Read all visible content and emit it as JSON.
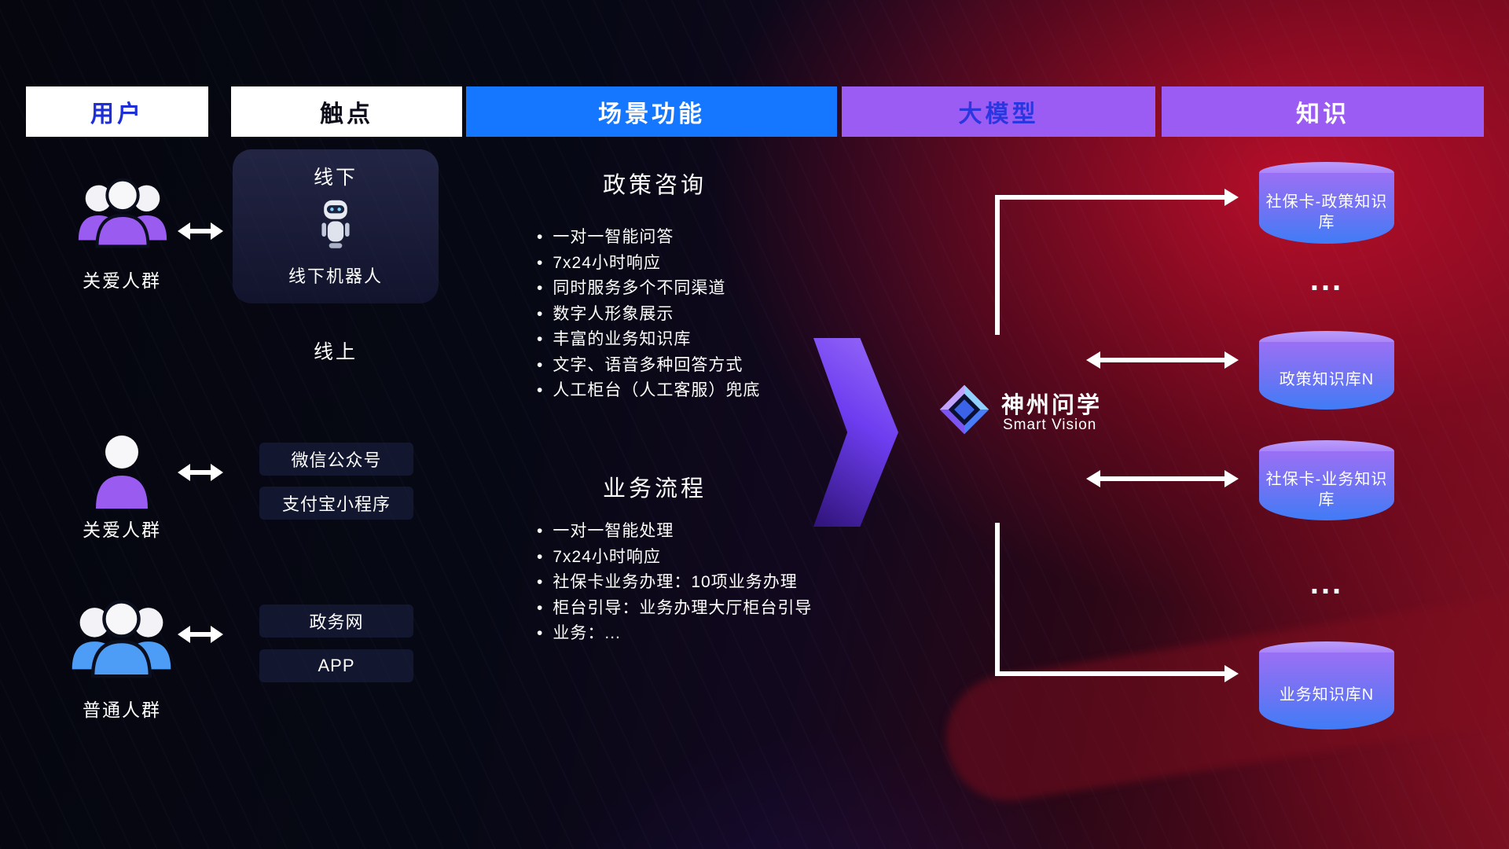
{
  "headers": [
    {
      "label": "用户",
      "bg": "#ffffff",
      "text_color": "#1f2fd8"
    },
    {
      "label": "触点",
      "bg": "#ffffff",
      "text_color": "#0c0c1a"
    },
    {
      "label": "场景功能",
      "bg": "#1577ff",
      "text_color": "#ffffff"
    },
    {
      "label": "大模型",
      "bg": "#9b5cf3",
      "text_color": "#2a36e0"
    },
    {
      "label": "知识",
      "bg": "#9b5cf3",
      "text_color": "#ffffff"
    }
  ],
  "users": [
    {
      "label": "关爱人群",
      "icon": "group-people-icon",
      "color": "#9a5cf0"
    },
    {
      "label": "关爱人群",
      "icon": "person-icon",
      "color": "#9a5cf0"
    },
    {
      "label": "普通人群",
      "icon": "group-people-icon",
      "color": "#4d9df7"
    }
  ],
  "touchpoints": {
    "offline": {
      "title": "线下",
      "robot_label": "线下机器人",
      "icon": "robot-icon"
    },
    "online_label": "线上",
    "channels": [
      "微信公众号",
      "支付宝小程序",
      "政务网",
      "APP"
    ]
  },
  "scenarios": [
    {
      "title": "政策咨询",
      "items": [
        "一对一智能问答",
        "7x24小时响应",
        "同时服务多个不同渠道",
        "数字人形象展示",
        "丰富的业务知识库",
        "文字、语音多种回答方式",
        "人工柜台（人工客服）兜底"
      ]
    },
    {
      "title": "业务流程",
      "items": [
        "一对一智能处理",
        "7x24小时响应",
        "社保卡业务办理：10项业务办理",
        "柜台引导：业务办理大厅柜台引导",
        "业务：..."
      ]
    }
  ],
  "model": {
    "name": "神州问学",
    "subtitle": "Smart Vision",
    "icon": "diamond-logo-icon"
  },
  "knowledge": {
    "cylinders": [
      "社保卡-政策知识库",
      "政策知识库N",
      "社保卡-业务知识库",
      "业务知识库N"
    ],
    "ellipsis": "..."
  },
  "colors": {
    "accent_blue": "#1577ff",
    "accent_purple": "#9b5cf3",
    "cylinder_top": "#bb9dfb",
    "cylinder_bottom": "#3f7cf6",
    "arrow_white": "#ffffff",
    "big_arrow_purple": "#6d3df0"
  }
}
